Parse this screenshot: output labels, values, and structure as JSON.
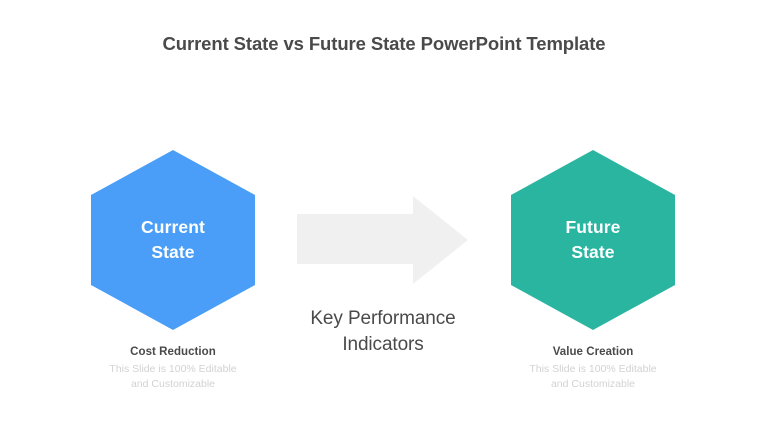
{
  "slide": {
    "title": "Current State vs Future State PowerPoint Template",
    "background_color": "#ffffff"
  },
  "left_stage": {
    "hex_line1": "Current",
    "hex_line2": "State",
    "hex_color": "#4a9ef8",
    "hex_text_color": "#ffffff",
    "caption_title": "Cost Reduction",
    "caption_sub_line1": "This Slide is 100% Editable",
    "caption_sub_line2": "and Customizable"
  },
  "right_stage": {
    "hex_line1": "Future",
    "hex_line2": "State",
    "hex_color": "#2ab5a0",
    "hex_text_color": "#ffffff",
    "caption_title": "Value Creation",
    "caption_sub_line1": "This Slide is 100% Editable",
    "caption_sub_line2": "and Customizable"
  },
  "connector": {
    "arrow_icon": "right-arrow-icon",
    "arrow_color": "#f0f0f0",
    "kpi_line1": "Key Performance",
    "kpi_line2": "Indicators"
  }
}
